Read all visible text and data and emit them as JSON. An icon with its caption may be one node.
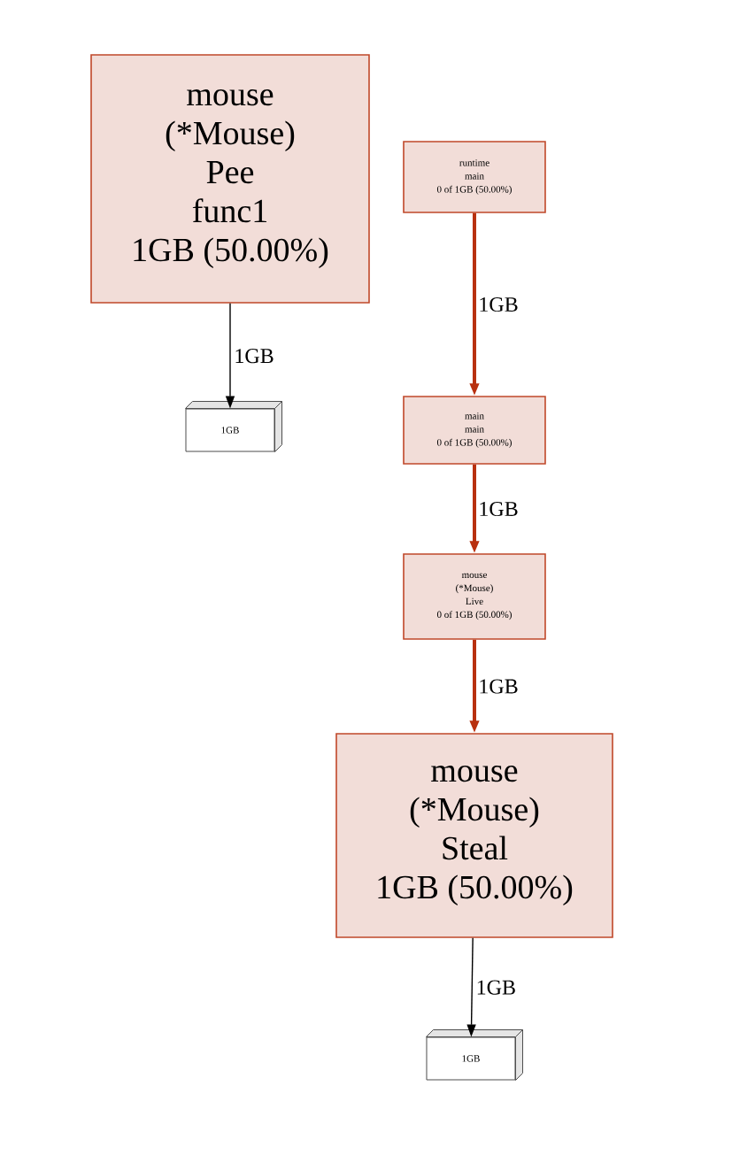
{
  "diagram": {
    "nodes": [
      {
        "text": [
          "mouse",
          "(*Mouse)",
          "Pee",
          "func1",
          "1GB (50.00%)"
        ]
      },
      {
        "text": [
          "1GB"
        ]
      },
      {
        "text": [
          "runtime",
          "main",
          "0 of 1GB (50.00%)"
        ]
      },
      {
        "text": [
          "main",
          "main",
          "0 of 1GB (50.00%)"
        ]
      },
      {
        "text": [
          "mouse",
          "(*Mouse)",
          "Live",
          "0 of 1GB (50.00%)"
        ]
      },
      {
        "text": [
          "mouse",
          "(*Mouse)",
          "Steal",
          "1GB (50.00%)"
        ]
      },
      {
        "text": [
          "1GB"
        ]
      }
    ],
    "edges": [
      {
        "from": 0,
        "to": 1,
        "arrow": "to",
        "label": "1GB",
        "color": "#000000"
      },
      {
        "from": 2,
        "to": 3,
        "arrow": "to",
        "label": "1GB"
      },
      {
        "from": 3,
        "to": 4,
        "arrow": "to",
        "label": "1GB"
      },
      {
        "from": 4,
        "to": 5,
        "arrow": "to",
        "label": "1GB"
      },
      {
        "from": 5,
        "to": 6,
        "arrow": "to",
        "label": "1GB",
        "color": "#000000"
      }
    ]
  }
}
